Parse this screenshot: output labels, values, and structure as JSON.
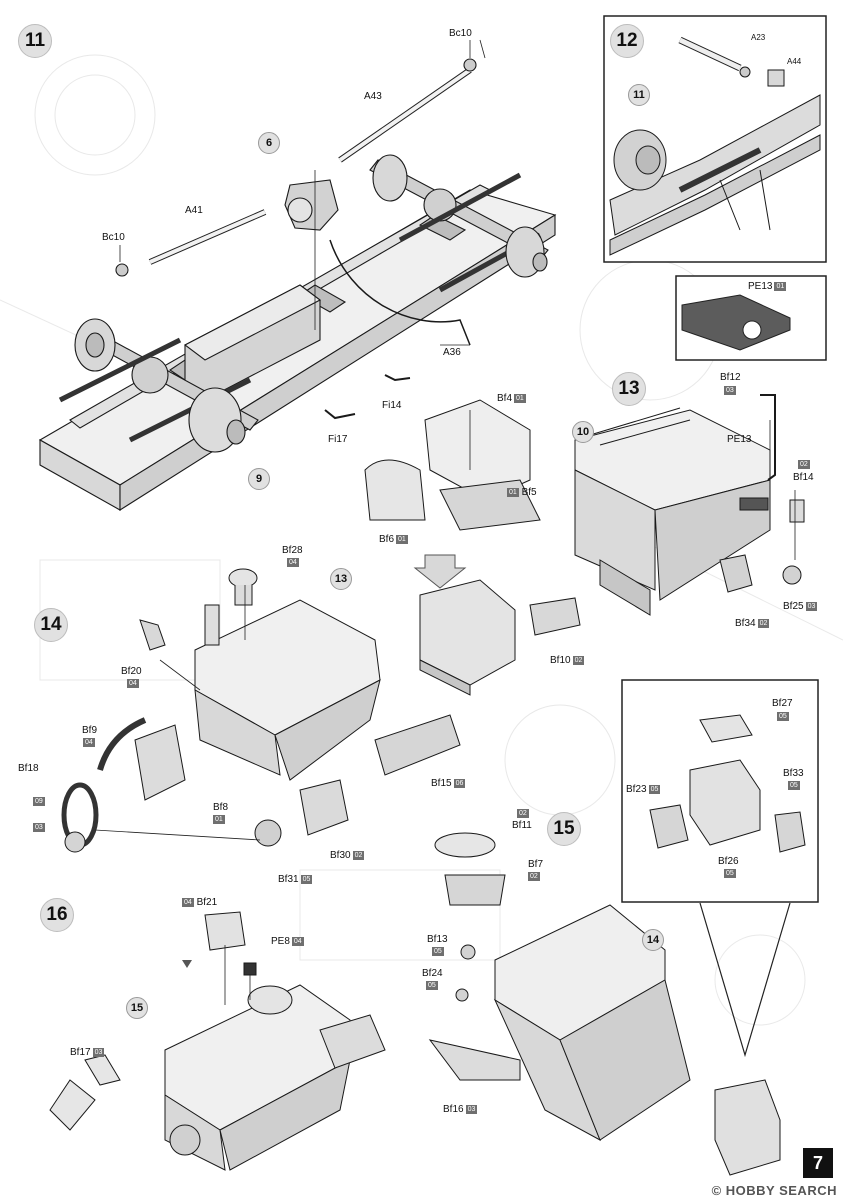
{
  "page": {
    "number": "7",
    "watermark": "© HOBBY SEARCH"
  },
  "steps": {
    "s11": "11",
    "s12": "12",
    "s13": "13",
    "s14": "14",
    "s15": "15",
    "s16": "16"
  },
  "refs": {
    "r6": "6",
    "r9": "9",
    "r11": "11",
    "r10": "10",
    "r13": "13",
    "r14": "14",
    "r15": "15"
  },
  "parts": {
    "bc10_top": "Bc10",
    "a43": "A43",
    "a41": "A41",
    "bc10_left": "Bc10",
    "a36": "A36",
    "fi14": "Fi14",
    "fi17": "Fi17",
    "a23": "A23",
    "a44": "A44",
    "pe13_box": {
      "name": "PE13",
      "sheet": "01"
    },
    "bf4": {
      "name": "Bf4",
      "sheet": "01"
    },
    "bf5": {
      "name": "Bf5",
      "sheet": "01"
    },
    "bf6": {
      "name": "Bf6",
      "sheet": "01"
    },
    "bf12": {
      "name": "Bf12",
      "sheet": "03"
    },
    "pe13": {
      "name": "PE13"
    },
    "bf14": {
      "name": "Bf14",
      "sheet": "02"
    },
    "bf34": {
      "name": "Bf34",
      "sheet": "02"
    },
    "bf25": {
      "name": "Bf25",
      "sheet": "03"
    },
    "bf10": {
      "name": "Bf10",
      "sheet": "02"
    },
    "bf28": {
      "name": "Bf28",
      "sheet": "04"
    },
    "bf20": {
      "name": "Bf20",
      "sheet": "04"
    },
    "bf9": {
      "name": "Bf9",
      "sheet": "04"
    },
    "bf18": {
      "name": "Bf18",
      "sheet_a": "09",
      "sheet_b": "03"
    },
    "bf8": {
      "name": "Bf8",
      "sheet": "01"
    },
    "bf15": {
      "name": "Bf15",
      "sheet": "06"
    },
    "bf30": {
      "name": "Bf30",
      "sheet": "02"
    },
    "bf31": {
      "name": "Bf31",
      "sheet": "05"
    },
    "bf27": {
      "name": "Bf27",
      "sheet": "05"
    },
    "bf23": {
      "name": "Bf23",
      "sheet": "05"
    },
    "bf33": {
      "name": "Bf33",
      "sheet": "05"
    },
    "bf26": {
      "name": "Bf26",
      "sheet": "05"
    },
    "bf11": {
      "name": "Bf11",
      "sheet": "02"
    },
    "bf7": {
      "name": "Bf7",
      "sheet": "02"
    },
    "bf13": {
      "name": "Bf13",
      "sheet": "05"
    },
    "bf24": {
      "name": "Bf24",
      "sheet": "05"
    },
    "bf16": {
      "name": "Bf16",
      "sheet": "03"
    },
    "bf21": {
      "name": "Bf21",
      "sheet": "04"
    },
    "pe8": {
      "name": "PE8",
      "sheet": "04"
    },
    "bf17": {
      "name": "Bf17",
      "sheet": "03"
    }
  },
  "colors": {
    "ink": "#111111",
    "part_fill": "#ececec",
    "shade": "#c9c9c9",
    "badge": "#6f6f6f",
    "step_fill": "#e1e1e1"
  }
}
